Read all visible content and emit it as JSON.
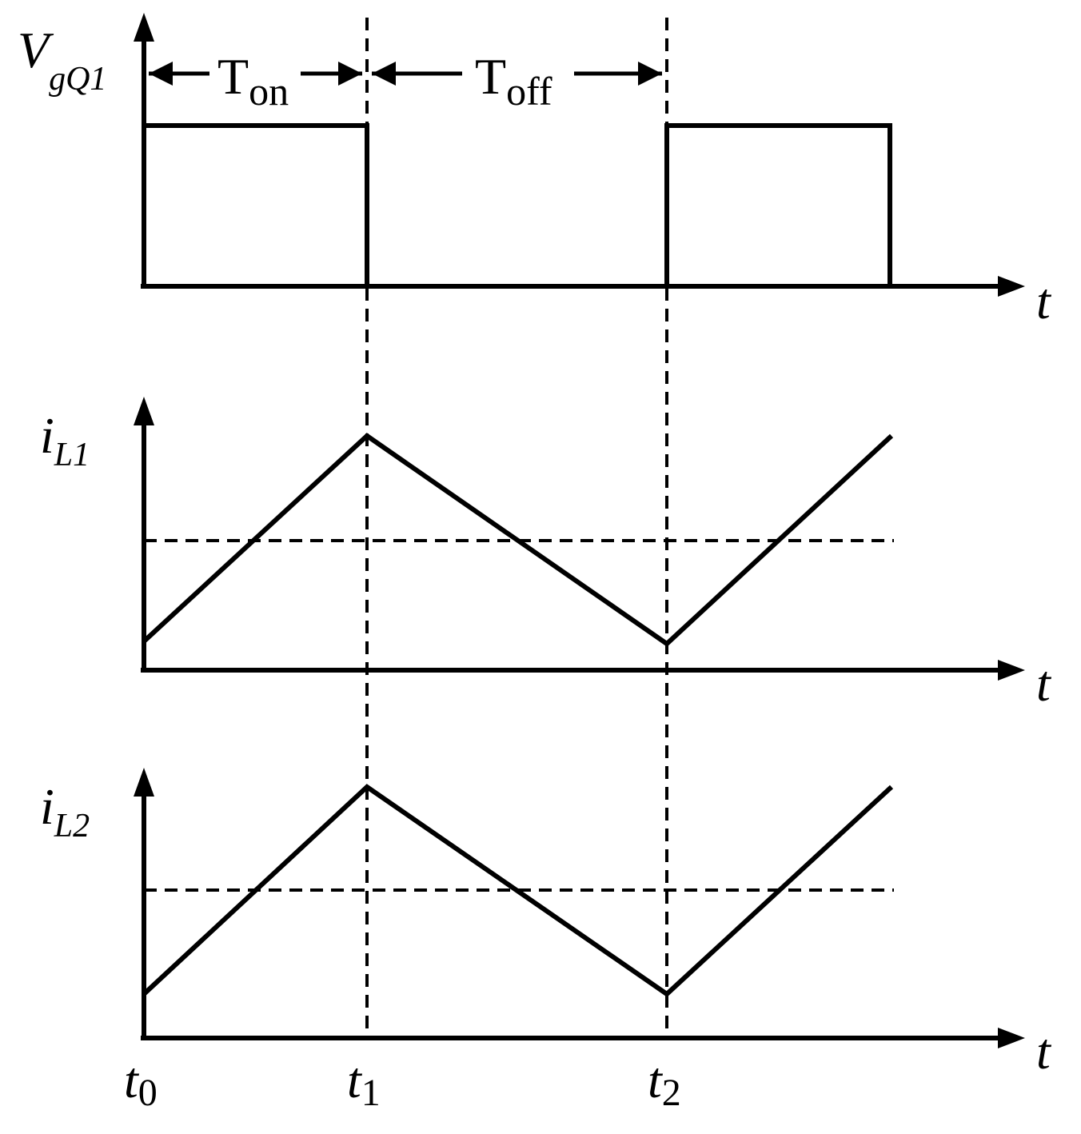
{
  "colors": {
    "ink": "#000000",
    "background": "#ffffff"
  },
  "panels": [
    {
      "id": "vgq1",
      "y_label_main": "V",
      "y_label_sub": "gQ1",
      "x_label": "t",
      "waveform": "pulse"
    },
    {
      "id": "il1",
      "y_label_main": "i",
      "y_label_sub": "L1",
      "x_label": "t",
      "waveform": "triangle"
    },
    {
      "id": "il2",
      "y_label_main": "i",
      "y_label_sub": "L2",
      "x_label": "t",
      "waveform": "triangle"
    }
  ],
  "intervals": {
    "on": {
      "main": "T",
      "sub": "on"
    },
    "off": {
      "main": "T",
      "sub": "off"
    }
  },
  "time_markers": [
    {
      "main": "t",
      "sub": "0"
    },
    {
      "main": "t",
      "sub": "1"
    },
    {
      "main": "t",
      "sub": "2"
    }
  ]
}
